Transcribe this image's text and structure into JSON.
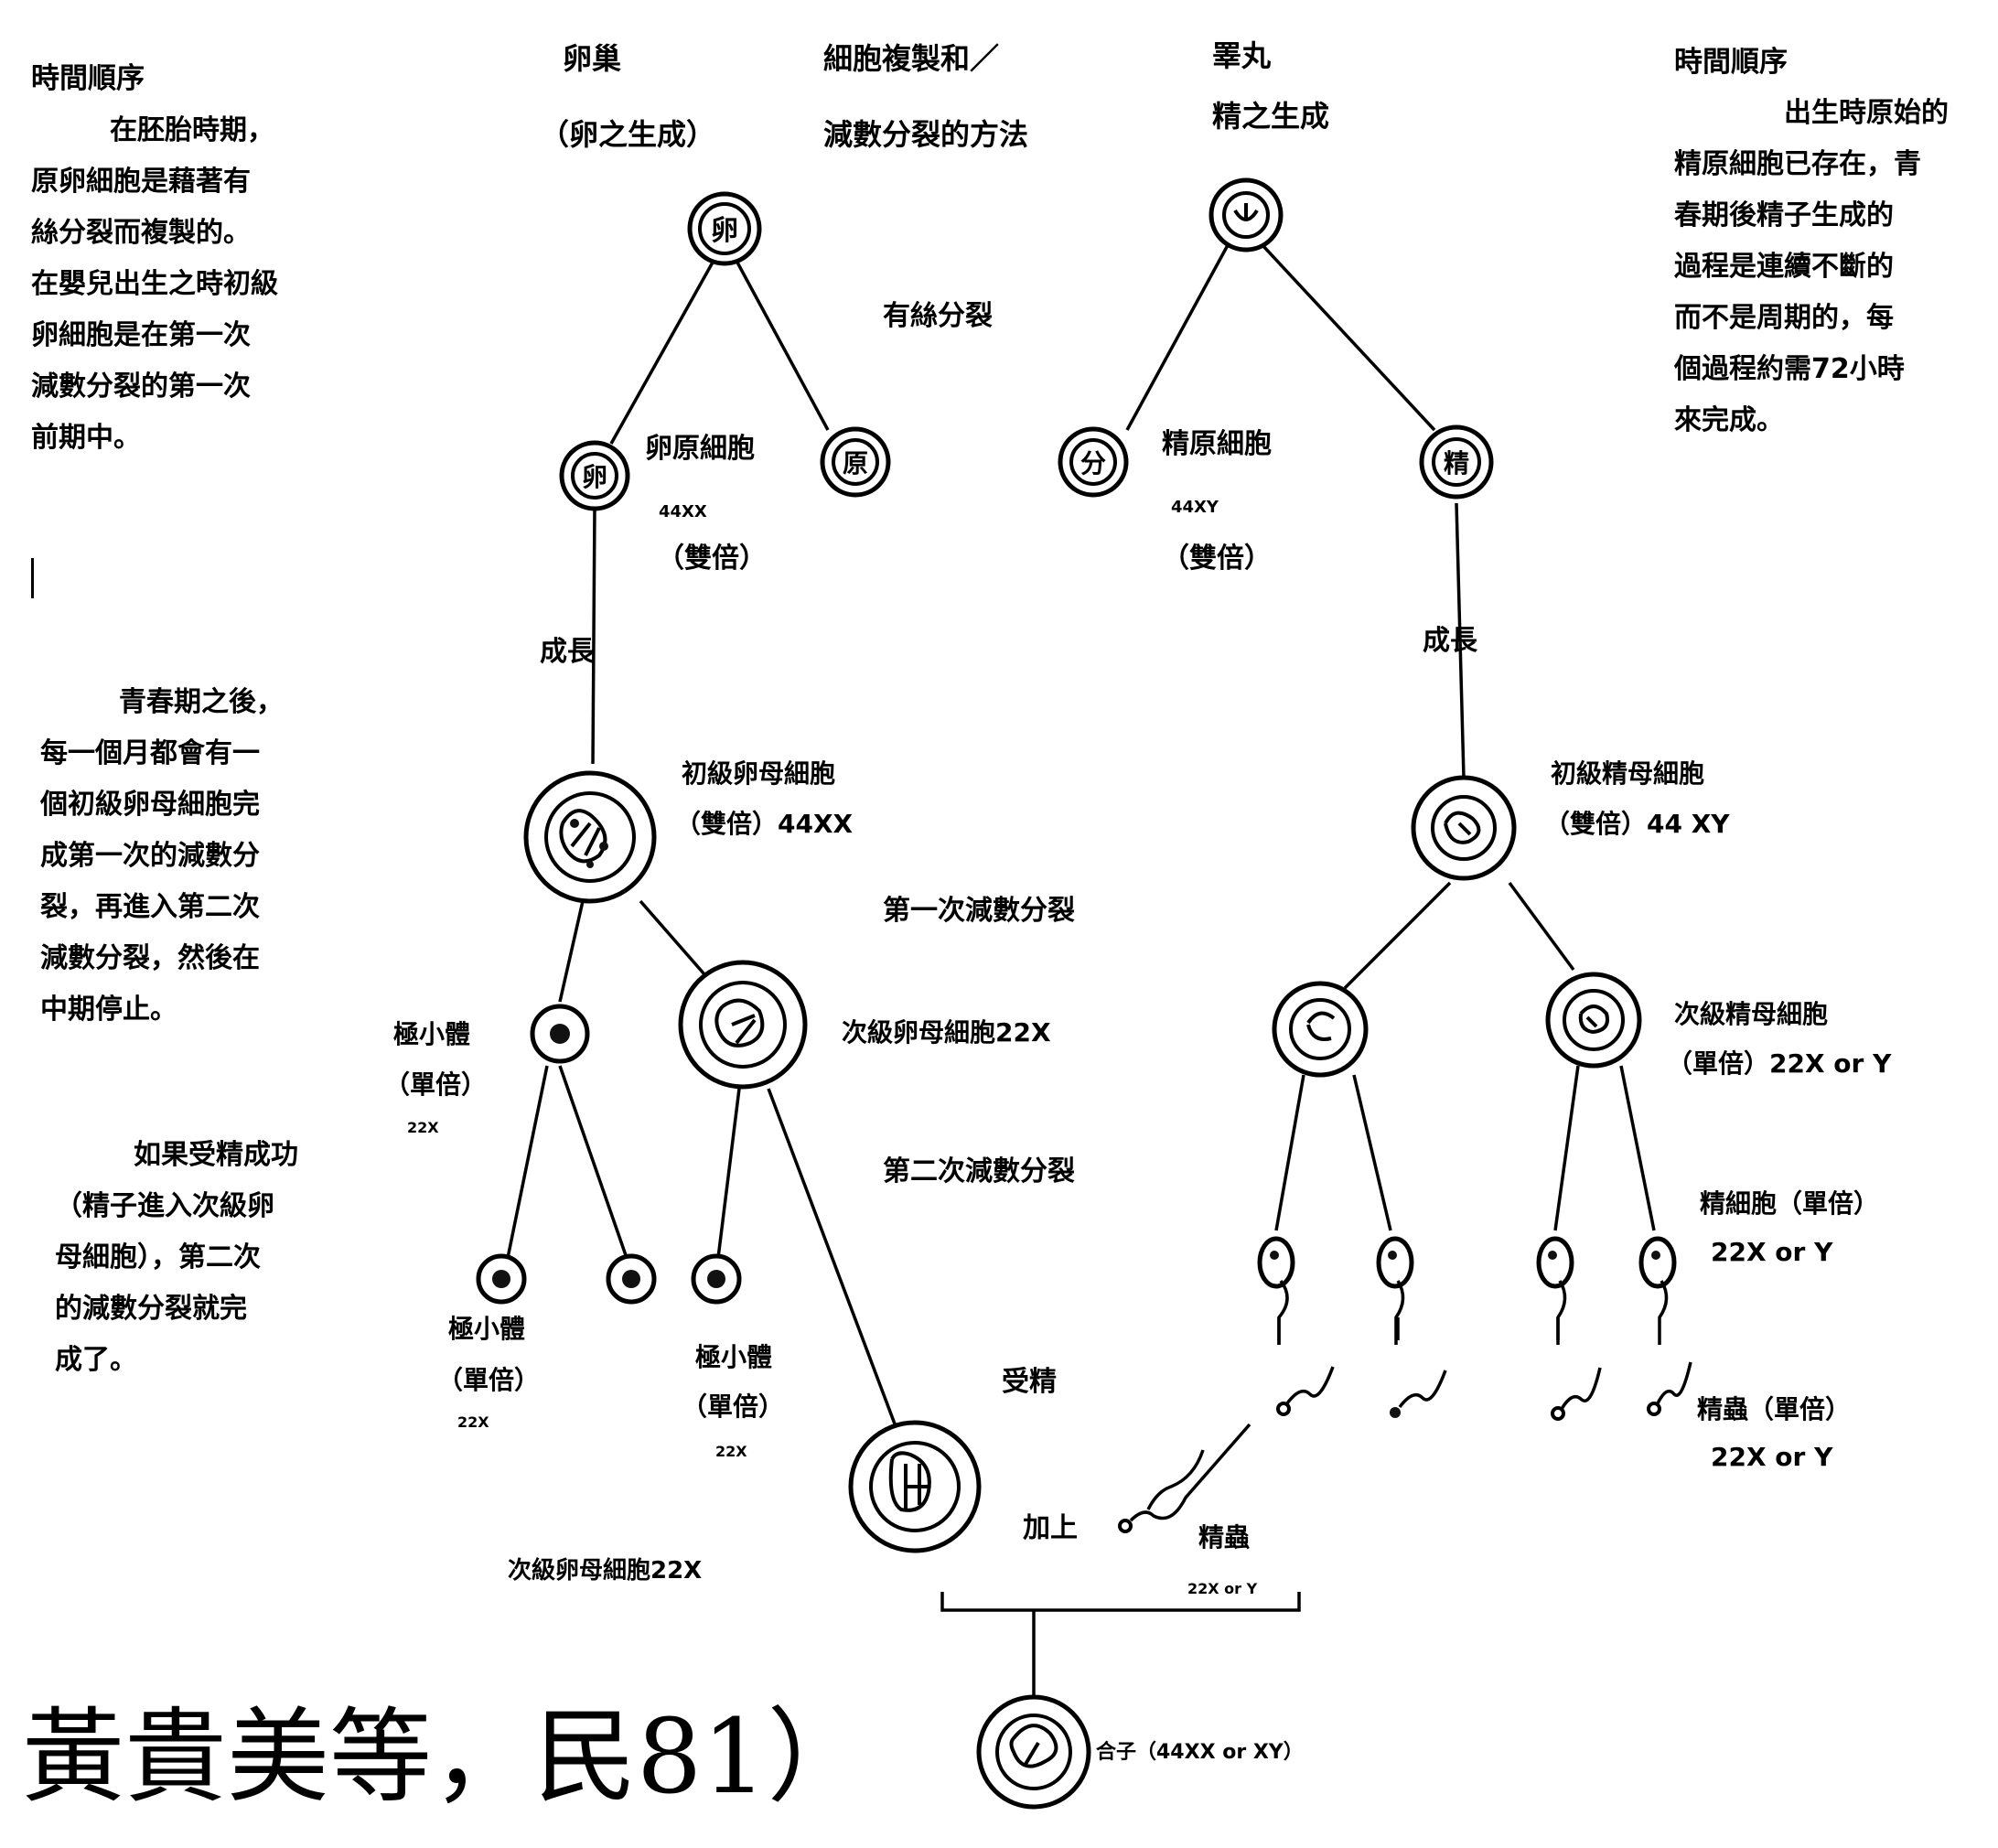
{
  "left_column": {
    "section_a_title": "時間順序",
    "section_a_lines": [
      "在胚胎時期，",
      "原卵細胞是藉著有",
      "絲分裂而複製的。",
      "在嬰兒出生之時初級",
      "卵細胞是在第一次",
      "減數分裂的第一次",
      "前期中。"
    ],
    "section_b_lines": [
      "青春期之後，",
      "每一個月都會有一",
      "個初級卵母細胞完",
      "成第一次的減數分",
      "裂，再進入第二次",
      "減數分裂，然後在",
      "中期停止。"
    ],
    "section_c_lines": [
      "如果受精成功",
      "（精子進入次級卵",
      "母細胞），第二次",
      "的減數分裂就完",
      "成了。"
    ]
  },
  "top": {
    "egg_title": "卵巢",
    "egg_subtitle": "（卵之生成）",
    "method_title": "細胞複製和／",
    "method_subtitle": "減數分裂的方法",
    "testis_title": "睪丸",
    "testis_subtitle": "精之生成"
  },
  "right_column": {
    "title": "時間順序",
    "lines": [
      "出生時原始的",
      "精原細胞已存在，青",
      "春期後精子生成的",
      "過程是連續不斷的",
      "而不是周期的，每",
      "個過程約需72小時",
      "來完成。"
    ]
  },
  "labels": {
    "mitosis": "有絲分裂",
    "oogonium": "卵原細胞",
    "oogonium_karyotype": "44XX",
    "diploid": "（雙倍）",
    "spermatogonium": "精原細胞",
    "spermatogonium_karyotype": "44XY",
    "growth_left": "成長",
    "growth_right": "成長",
    "primary_oocyte": "初級卵母細胞",
    "primary_oocyte_karyotype": "（雙倍）44XX",
    "primary_spermatocyte": "初級精母細胞",
    "primary_spermatocyte_karyotype": "（雙倍）44 XY",
    "meiosis_1": "第一次減數分裂",
    "polar_body_1": "極小體",
    "polar_body_1_ploidy": "（單倍）",
    "polar_body_1_karyotype": "22X",
    "secondary_oocyte_1": "次級卵母細胞22X",
    "secondary_spermatocyte": "次級精母細胞",
    "secondary_spermatocyte_karyotype": "（單倍）22X or Y",
    "meiosis_2": "第二次減數分裂",
    "spermatid": "精細胞（單倍）",
    "spermatid_karyotype": "22X or Y",
    "polar_body_2": "極小體",
    "polar_body_2_ploidy": "（單倍）",
    "polar_body_2_karyotype": "22X",
    "polar_body_3": "極小體",
    "polar_body_3_ploidy": "（單倍）",
    "polar_body_3_karyotype": "22X",
    "fertilization": "受精",
    "sperm_mature": "精蟲（單倍）",
    "sperm_mature_karyotype": "22X or Y",
    "plus": "加上",
    "sperm": "精蟲",
    "sperm_karyotype": "22X or Y",
    "secondary_oocyte_2": "次級卵母細胞22X",
    "zygote": "合子（44XX or XY）",
    "nucleus_oogonium": "卵",
    "nucleus_oogonium_child": "卵",
    "nucleus_oogonium_child2": "原",
    "nucleus_spermatogonium_child": "分",
    "nucleus_spermatogonium_child2": "精"
  },
  "citation": "黃貴美等，民81）"
}
